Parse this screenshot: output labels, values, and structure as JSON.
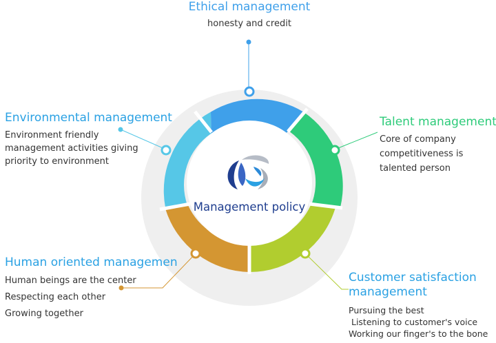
{
  "center": {
    "title": "Management policy"
  },
  "segments": [
    {
      "title": "Ethical management",
      "desc": [
        "honesty and credit"
      ],
      "color": "#3fa0ea"
    },
    {
      "title": "Talent management",
      "desc": [
        "Core of company",
        "competitiveness is",
        "talented person"
      ],
      "color": "#2ecb7a"
    },
    {
      "title": "Customer satisfaction management",
      "desc": [
        "Pursuing the best",
        " Listening to customer's voice",
        "Working our finger's to the bone"
      ],
      "color": "#b1cd2f"
    },
    {
      "title": "Human oriented managemen",
      "desc": [
        "Human beings are the center",
        "Respecting each other",
        "Growing together"
      ],
      "color": "#d49632"
    },
    {
      "title": "Environmental management",
      "desc": [
        "Environment friendly",
        "management activities giving",
        "priority to environment"
      ],
      "color": "#56c7e7"
    }
  ]
}
